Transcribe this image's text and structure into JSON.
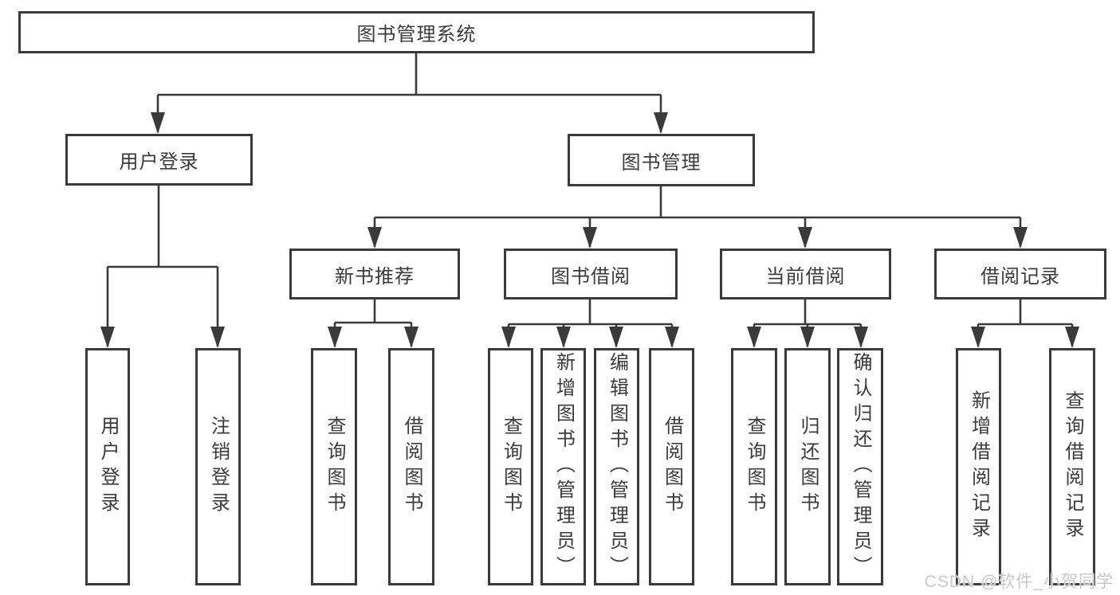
{
  "nodes": {
    "root": "图书管理系统",
    "user_login": "用户登录",
    "book_management": "图书管理",
    "new_book_recommend": "新书推荐",
    "book_borrowing": "图书借阅",
    "current_borrowing": "当前借阅",
    "borrowing_records": "借阅记录"
  },
  "leaves": {
    "user_login": "用户登录",
    "logout": "注销登录",
    "recommend_query_books": "查询图书",
    "recommend_borrow_books": "借阅图书",
    "borrowing_query_books": "查询图书",
    "borrowing_add_books": "新增图书（管理员）",
    "borrowing_edit_books": "编辑图书（管理员）",
    "borrowing_borrow_books": "借阅图书",
    "current_query_books": "查询图书",
    "current_return_books": "归还图书",
    "current_confirm_return": "确认归还（管理员）",
    "records_add_record": "新增借阅记录",
    "records_query_record": "查询借阅记录"
  },
  "watermark": "CSDN @软件_小贺同学",
  "colors": {
    "line": "#3a3a3a",
    "text": "#3b3b3b",
    "watermark_text": "#c9c9c9",
    "background": "#ffffff"
  }
}
